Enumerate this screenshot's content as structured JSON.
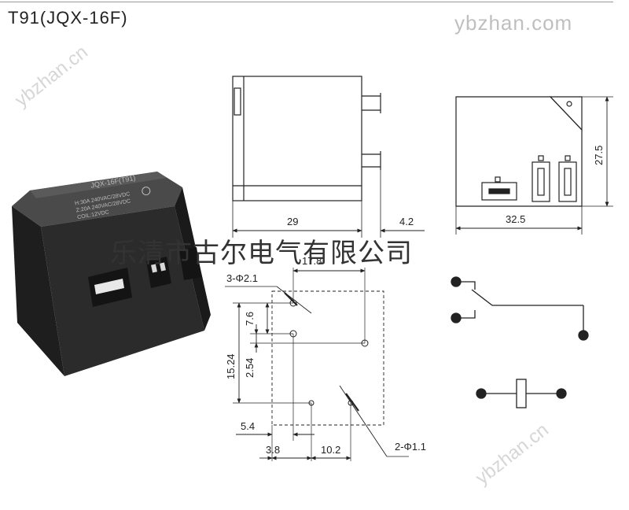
{
  "title": "T91(JQX-16F)",
  "watermarks": {
    "site": "ybzhan.com",
    "diagonal": "ybzhan.cn"
  },
  "company": "乐清市古尔电气有限公司",
  "relay_label": {
    "model": "JQX-16F(T91)",
    "line1": "H:30A 240VAC/28VDC",
    "line2": "Z:20A 240VAC/28VDC",
    "line3": "COIL:12VDC"
  },
  "dimensions": {
    "side_width": "29",
    "side_pin": "4.2",
    "top_width": "32.5",
    "top_height": "27.5",
    "pitch_17_8": "17.8",
    "hole_big": "3-Φ2.1",
    "hole_small": "2-Φ1.1",
    "v_7_6": "7.6",
    "v_15_24": "15.24",
    "v_2_54": "2.54",
    "h_5_4": "5.4",
    "h_3_8": "3.8",
    "h_10_2": "10.2"
  },
  "colors": {
    "line": "#222222",
    "relay_body": "#2a2a2a",
    "watermark": "#cccccc"
  }
}
